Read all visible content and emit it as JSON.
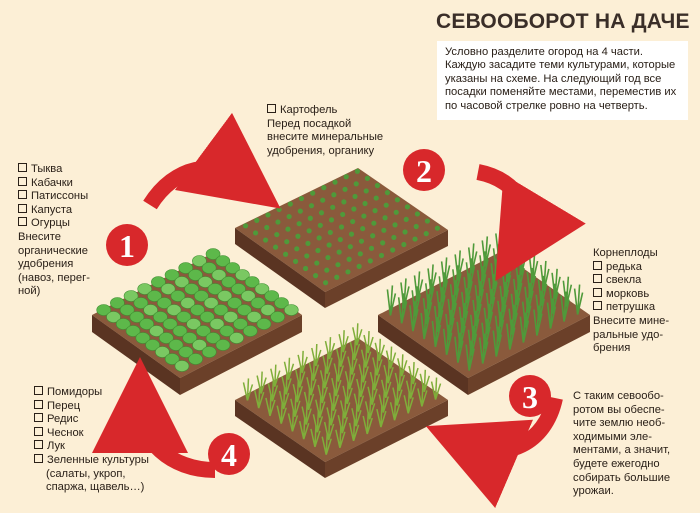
{
  "title": "СЕВООБОРОТ НА ДАЧЕ",
  "intro": "Условно разделите огород на 4 части. Каждую засадите теми культурами, которые указаны на схеме. На следующий год все посадки поменяйте местами, переместив их по часовой стрелке ровно на четверть.",
  "plots": [
    {
      "number": "1",
      "crops": [
        "Тыква",
        "Кабачки",
        "Патиссоны",
        "Капуста",
        "Огурцы"
      ],
      "note_lines": [
        "Внесите",
        "органические",
        "удобрения",
        "(навоз, перег-",
        "ной)"
      ]
    },
    {
      "number": "2",
      "crops": [
        "Картофель"
      ],
      "note_lines": [
        "Перед посадкой",
        "внесите минеральные",
        "удобрения, органику"
      ]
    },
    {
      "number": "3",
      "heading": "Корнеплоды",
      "crops": [
        "редька",
        "свекла",
        "морковь",
        "петрушка"
      ],
      "note_lines": [
        "Внесите мине-",
        "ральные удо-",
        "брения"
      ]
    },
    {
      "number": "4",
      "crops": [
        "Помидоры",
        "Перец",
        "Редис",
        "Чеснок",
        "Лук",
        "Зеленные культуры"
      ],
      "note_lines": [
        "(салаты, укроп,",
        "спаржа, щавель…)"
      ]
    }
  ],
  "conclusion_lines": [
    "С таким севообо-",
    "ротом вы обеспе-",
    "чите землю необ-",
    "ходимыми эле-",
    "ментами, а значит,",
    "будете ежегодно",
    "собирать большие",
    "урожаи."
  ],
  "colors": {
    "background": "#fcefd6",
    "arrow_red": "#d8282b",
    "soil_top": "#8a5a3c",
    "soil_side": "#5a3422",
    "leaf_green": "#5db84a",
    "stalk_green": "#4f9a3a"
  },
  "icons": [
    "curved-arrow-icon",
    "number-badge-icon"
  ]
}
